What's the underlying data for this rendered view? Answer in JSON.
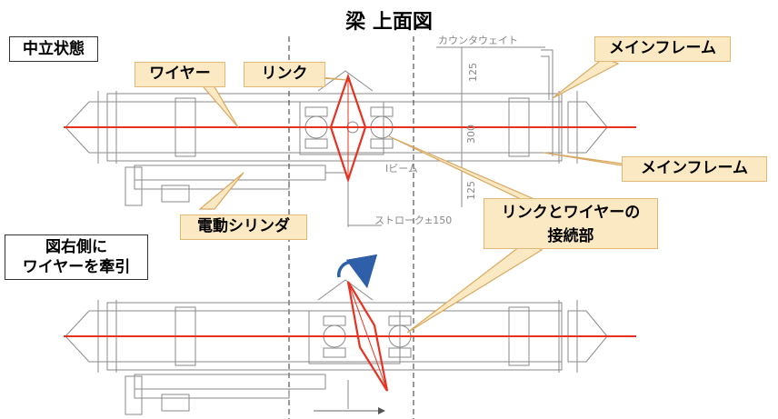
{
  "title": "梁 上面図",
  "state_label": "中立状態",
  "pull_label_line1": "図右側に",
  "pull_label_line2": "ワイヤーを牽引",
  "callouts": {
    "wire": "ワイヤー",
    "link": "リンク",
    "main_frame_top": "メインフレーム",
    "main_frame_bottom": "メインフレーム",
    "cylinder": "電動シリンダ",
    "joint_line1": "リンクとワイヤーの",
    "joint_line2": "接続部"
  },
  "dimensions": {
    "counterweight": "カウンタウェイト",
    "upper": "125",
    "middle": "300",
    "lower": "125",
    "ibeam": "Iビーム",
    "stroke": "ストローク±150"
  },
  "colors": {
    "accent": "#e53323",
    "callout_fill": "#fbe9c3",
    "rotation_arrow": "#2e5fa8"
  }
}
